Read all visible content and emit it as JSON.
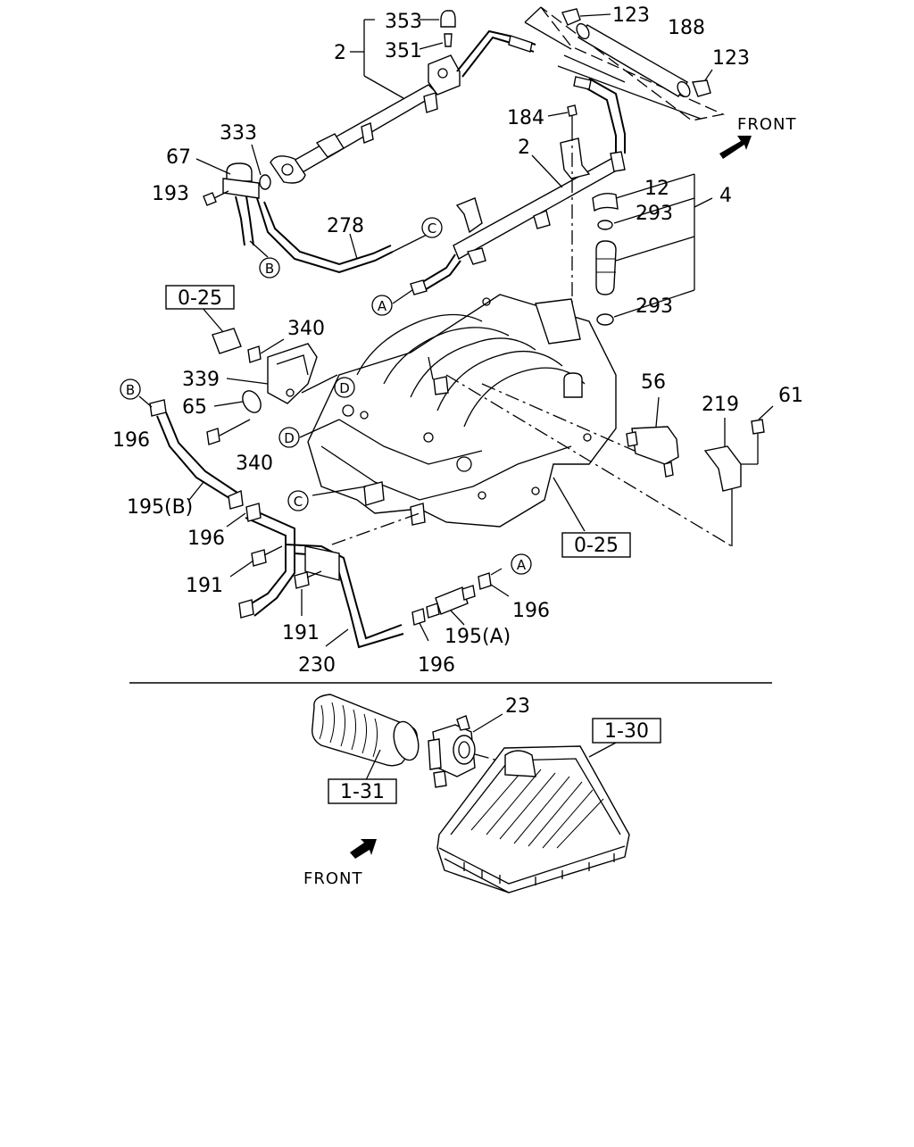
{
  "callouts": {
    "p353": "353",
    "p2a": "2",
    "p351": "351",
    "p123a": "123",
    "p188": "188",
    "p123b": "123",
    "p184": "184",
    "p2b": "2",
    "p12": "12",
    "p4": "4",
    "p293a": "293",
    "p293b": "293",
    "p333": "333",
    "p67": "67",
    "p193": "193",
    "p278": "278",
    "p340a": "340",
    "p339": "339",
    "p65": "65",
    "p196a": "196",
    "p340b": "340",
    "p56": "56",
    "p219": "219",
    "p61": "61",
    "p195b": "195(B)",
    "p196b": "196",
    "p191a": "191",
    "p191b": "191",
    "p230": "230",
    "p196c": "196",
    "p195a": "195(A)",
    "p196d": "196",
    "p23": "23"
  },
  "circle_refs": {
    "c_top": "C",
    "b_top": "B",
    "a_top": "A",
    "b_left": "B",
    "d_right": "D",
    "d_left": "D",
    "c_left": "C",
    "a_bottom": "A"
  },
  "boxed_refs": {
    "ref_025_top": "0-25",
    "ref_025_bottom": "0-25",
    "ref_130": "1-30",
    "ref_131": "1-31"
  },
  "front_indicators": {
    "front_top": "FRONT",
    "front_bottom": "FRONT"
  }
}
